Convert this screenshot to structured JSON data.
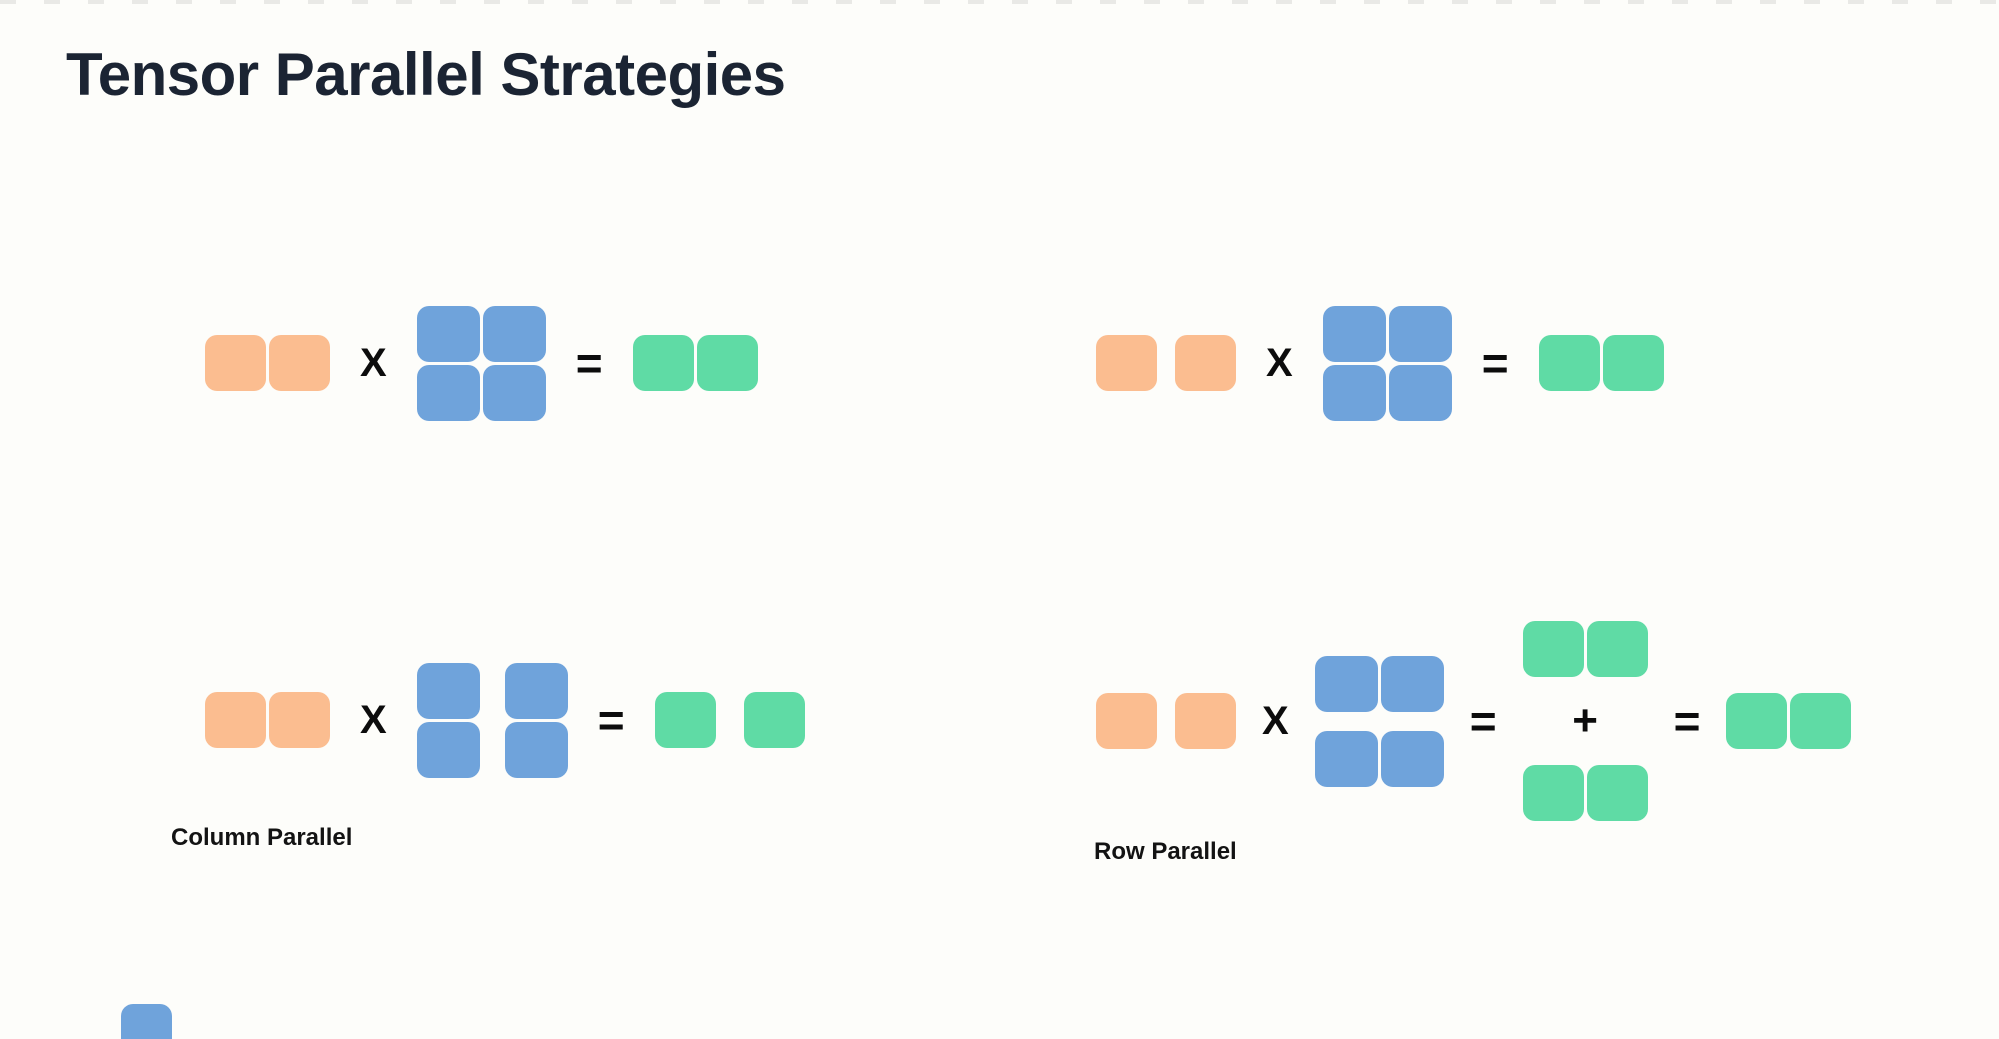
{
  "page": {
    "title": "Tensor Parallel Strategies"
  },
  "palette": {
    "background": "#FDFDFA",
    "title_color": "#1B2433",
    "operator_color": "#0C0C0C",
    "label_color": "#131313",
    "top_strip_gray": "#E9E9E6",
    "orange": "#FBBD90",
    "blue": "#6FA3DB",
    "green": "#5FDBA5"
  },
  "diagrams": [
    {
      "name": "baseline-top-left",
      "label": null,
      "items": [
        {
          "kind": "matrix",
          "color": "orange",
          "rows": 1,
          "cols": 2,
          "split": "none",
          "role": "input-activations"
        },
        {
          "kind": "op",
          "op": "multiply",
          "text": "X"
        },
        {
          "kind": "matrix",
          "color": "blue",
          "rows": 2,
          "cols": 2,
          "split": "none",
          "role": "weight-matrix"
        },
        {
          "kind": "op",
          "op": "equals",
          "text": "="
        },
        {
          "kind": "matrix",
          "color": "green",
          "rows": 1,
          "cols": 2,
          "split": "none",
          "role": "output-activations"
        }
      ]
    },
    {
      "name": "baseline-top-right",
      "label": null,
      "items": [
        {
          "kind": "matrix",
          "color": "orange",
          "rows": 1,
          "cols": 2,
          "split": "blocks",
          "role": "input-activations-sharded"
        },
        {
          "kind": "op",
          "op": "multiply",
          "text": "X"
        },
        {
          "kind": "matrix",
          "color": "blue",
          "rows": 2,
          "cols": 2,
          "split": "none",
          "role": "weight-matrix"
        },
        {
          "kind": "op",
          "op": "equals",
          "text": "="
        },
        {
          "kind": "matrix",
          "color": "green",
          "rows": 1,
          "cols": 2,
          "split": "none",
          "role": "output-activations"
        }
      ]
    },
    {
      "name": "column-parallel",
      "label": "Column Parallel",
      "items": [
        {
          "kind": "matrix",
          "color": "orange",
          "rows": 1,
          "cols": 2,
          "split": "none",
          "role": "input-activations"
        },
        {
          "kind": "op",
          "op": "multiply",
          "text": "X"
        },
        {
          "kind": "matrix",
          "color": "blue",
          "rows": 2,
          "cols": 2,
          "split": "columns",
          "role": "weight-matrix-column-sharded"
        },
        {
          "kind": "op",
          "op": "equals",
          "text": "="
        },
        {
          "kind": "matrix",
          "color": "green",
          "rows": 1,
          "cols": 2,
          "split": "blocks_wide",
          "role": "output-activations-sharded"
        }
      ]
    },
    {
      "name": "row-parallel",
      "label": "Row Parallel",
      "items": [
        {
          "kind": "matrix",
          "color": "orange",
          "rows": 1,
          "cols": 2,
          "split": "blocks",
          "role": "input-activations-sharded"
        },
        {
          "kind": "op",
          "op": "multiply",
          "text": "X"
        },
        {
          "kind": "matrix",
          "color": "blue",
          "rows": 2,
          "cols": 2,
          "split": "rows",
          "role": "weight-matrix-row-sharded"
        },
        {
          "kind": "op",
          "op": "equals",
          "text": "="
        },
        {
          "kind": "stack",
          "items": [
            {
              "kind": "matrix",
              "color": "green",
              "rows": 1,
              "cols": 2,
              "split": "none",
              "role": "partial-sum-1"
            },
            {
              "kind": "op",
              "op": "plus",
              "text": "+"
            },
            {
              "kind": "matrix",
              "color": "green",
              "rows": 1,
              "cols": 2,
              "split": "none",
              "role": "partial-sum-2"
            }
          ]
        },
        {
          "kind": "op",
          "op": "equals",
          "text": "="
        },
        {
          "kind": "matrix",
          "color": "green",
          "rows": 1,
          "cols": 2,
          "split": "none",
          "role": "output-activations"
        }
      ]
    }
  ],
  "decorations": {
    "bottom_partial_block_color": "blue"
  }
}
